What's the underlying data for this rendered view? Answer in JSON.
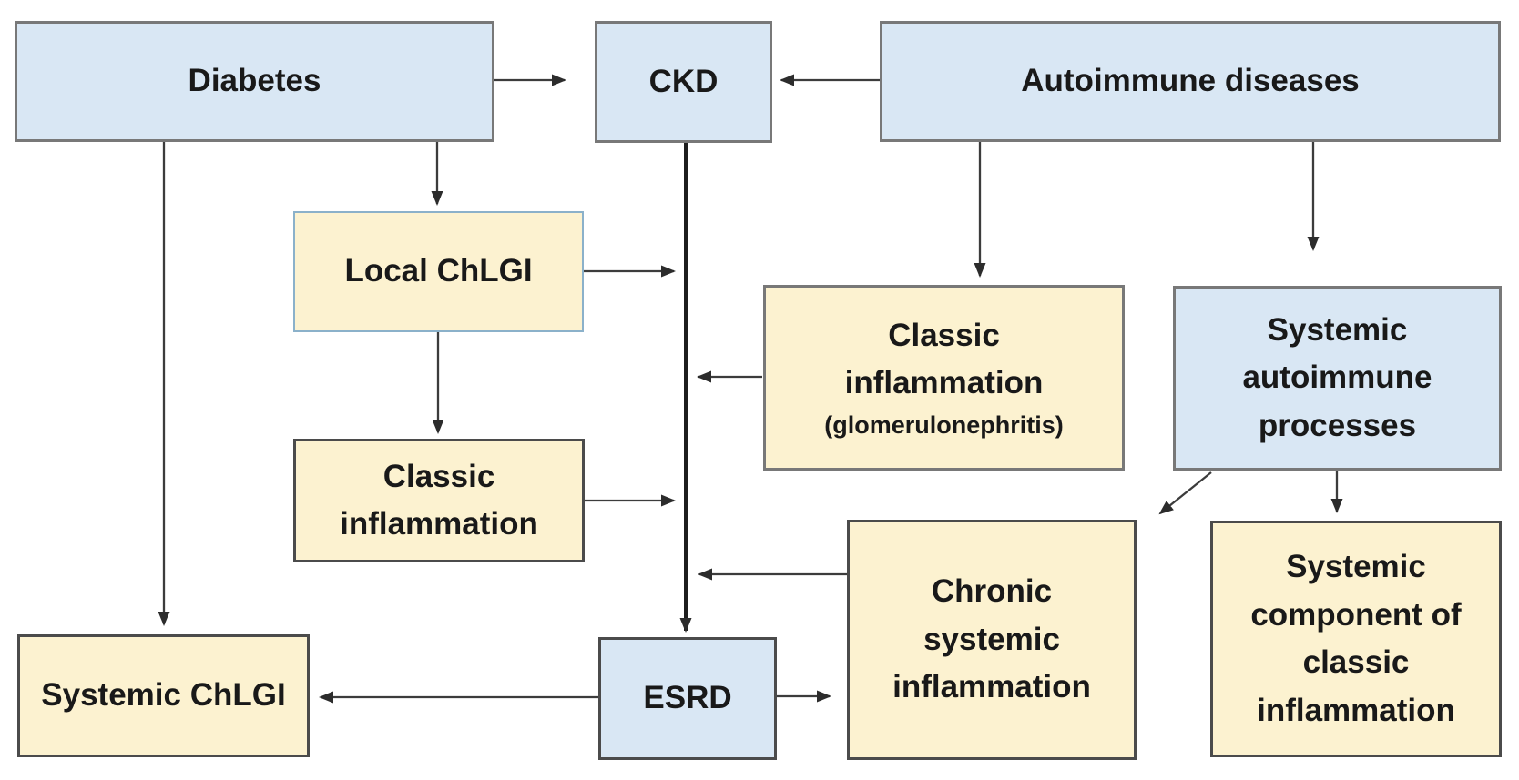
{
  "figure": {
    "background": "#ffffff",
    "palette": {
      "blue_fill": "#d9e7f4",
      "cream_fill": "#fcf2d0",
      "gray_border": "#787878",
      "dark_border": "#4b4b4b",
      "blue_border": "#8bb1ca",
      "arrow_color": "#3c3c3c",
      "text_color": "#191919"
    },
    "nodes": {
      "diabetes": {
        "type": "blue",
        "lines": [
          "Diabetes"
        ]
      },
      "ckd": {
        "type": "blue",
        "lines": [
          "CKD"
        ]
      },
      "autoimmune": {
        "type": "blue",
        "lines": [
          "Autoimmune diseases"
        ]
      },
      "local_chlgi": {
        "type": "cream",
        "lines": [
          "Local ChLGI"
        ]
      },
      "classic_glom": {
        "type": "cream",
        "lines": [
          "Classic",
          "inflammation",
          "(glomerulonephritis)"
        ]
      },
      "sap": {
        "type": "blue",
        "lines": [
          "Systemic",
          "autoimmune",
          "processes"
        ]
      },
      "classic": {
        "type": "cream",
        "lines": [
          "Classic",
          "inflammation"
        ]
      },
      "chronic": {
        "type": "cream",
        "lines": [
          "Chronic",
          "systemic",
          "inflammation"
        ]
      },
      "syscomp": {
        "type": "cream",
        "lines": [
          "Systemic",
          "component of",
          "classic",
          "inflammation"
        ]
      },
      "systemic_chlgi": {
        "type": "cream",
        "lines": [
          "Systemic ChLGI"
        ]
      },
      "esrd": {
        "type": "blue",
        "lines": [
          "ESRD"
        ]
      }
    },
    "edges": [
      {
        "from": "diabetes",
        "to": "ckd"
      },
      {
        "from": "autoimmune",
        "to": "ckd"
      },
      {
        "from": "diabetes",
        "to": "local_chlgi"
      },
      {
        "from": "diabetes",
        "to": "systemic_chlgi"
      },
      {
        "from": "local_chlgi",
        "to": "ckd_esrd_axis"
      },
      {
        "from": "local_chlgi",
        "to": "classic"
      },
      {
        "from": "classic",
        "to": "ckd_esrd_axis"
      },
      {
        "from": "ckd",
        "to": "esrd"
      },
      {
        "from": "classic_glom",
        "to": "ckd_esrd_axis"
      },
      {
        "from": "autoimmune",
        "to": "classic_glom"
      },
      {
        "from": "autoimmune",
        "to": "sap"
      },
      {
        "from": "sap",
        "to": "chronic"
      },
      {
        "from": "sap",
        "to": "syscomp"
      },
      {
        "from": "chronic",
        "to": "ckd_esrd_axis"
      },
      {
        "from": "esrd",
        "to": "chronic"
      },
      {
        "from": "esrd",
        "to": "systemic_chlgi"
      }
    ]
  }
}
